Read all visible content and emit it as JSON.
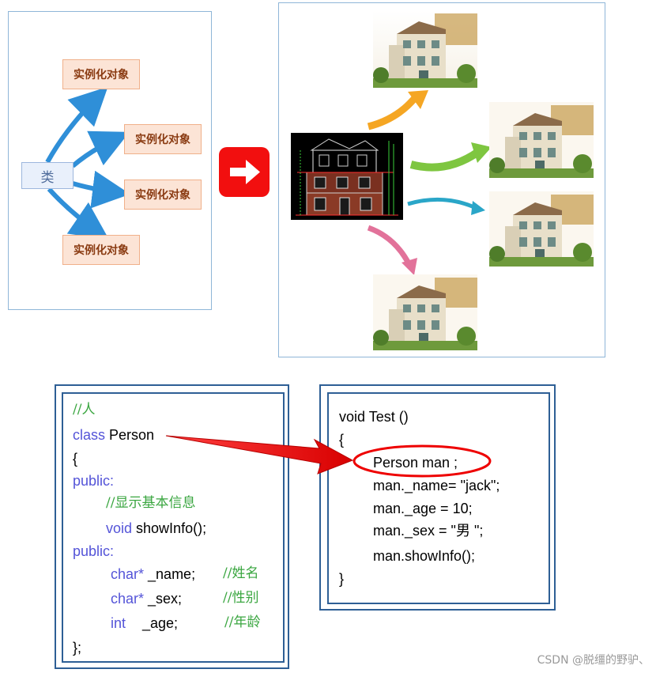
{
  "class_diagram": {
    "class_label": "类",
    "instance_label": "实例化对象",
    "arrow_color": "#2f8fd8"
  },
  "accent": {
    "red": "#f20f0f"
  },
  "code_left": {
    "comment_person": "//人",
    "kw_class": "class",
    "class_name": " Person",
    "open_brace": "{",
    "kw_public_1": "public:",
    "comment_show": "//显示基本信息",
    "kw_void": "void",
    "method_decl": " showInfo();",
    "kw_public_2": "public:",
    "kw_char_1": "char*",
    "field_name": " _name;",
    "comment_name": "//姓名",
    "kw_char_2": "char*",
    "field_sex": " _sex;",
    "comment_sex": "//性别",
    "kw_int": "int",
    "field_age": "_age;",
    "comment_age": "//年龄",
    "close_brace": "};"
  },
  "code_right": {
    "line1": "void Test ()",
    "line2": "{",
    "line3": "Person man ;",
    "line4": "man._name= \"jack\";",
    "line5": "man._age = 10;",
    "line6": "man._sex = \"男 \";",
    "line7": "man.showInfo();",
    "line8": "}"
  },
  "watermark": "CSDN @脱缰的野驴、"
}
